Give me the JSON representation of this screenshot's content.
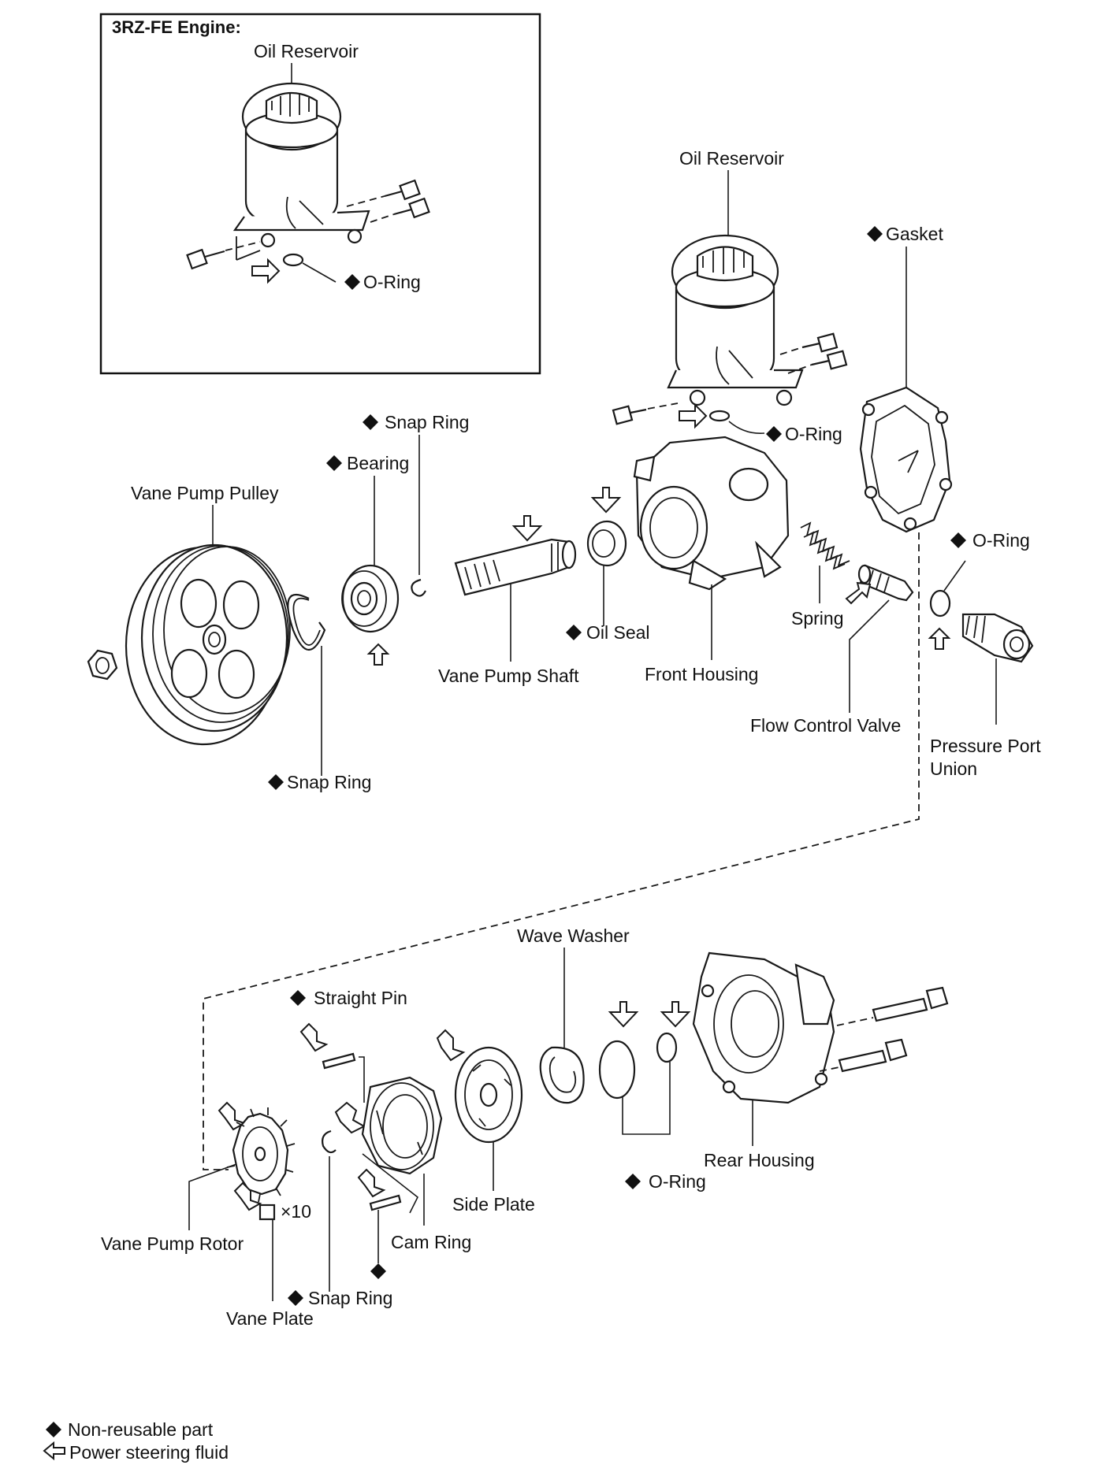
{
  "inset": {
    "title": "3RZ-FE Engine:",
    "oil_reservoir": "Oil Reservoir",
    "o_ring": "O-Ring"
  },
  "labels": {
    "oil_reservoir": "Oil Reservoir",
    "gasket": "Gasket",
    "snap_ring_top": "Snap Ring",
    "bearing": "Bearing",
    "vane_pump_pulley": "Vane Pump Pulley",
    "o_ring_reservoir": "O-Ring",
    "o_ring_union": "O-Ring",
    "spring": "Spring",
    "oil_seal": "Oil Seal",
    "vane_pump_shaft": "Vane Pump Shaft",
    "front_housing": "Front Housing",
    "flow_control_valve": "Flow Control Valve",
    "pressure_port_union_1": "Pressure  Port",
    "pressure_port_union_2": "Union",
    "snap_ring_pulley": "Snap Ring",
    "wave_washer": "Wave Washer",
    "straight_pin": "Straight Pin",
    "rear_housing": "Rear Housing",
    "o_ring_rear": "O-Ring",
    "side_plate": "Side Plate",
    "vane_count": "×10",
    "cam_ring": "Cam Ring",
    "vane_pump_rotor": "Vane Pump Rotor",
    "snap_ring_bottom": "Snap Ring",
    "vane_plate": "Vane Plate"
  },
  "legend": {
    "non_reusable": "Non-reusable part",
    "power_steering_fluid": "Power steering fluid"
  },
  "icons": {
    "non_reusable_marker": "filled-diamond-icon",
    "fluid_marker": "hollow-arrow-icon"
  }
}
